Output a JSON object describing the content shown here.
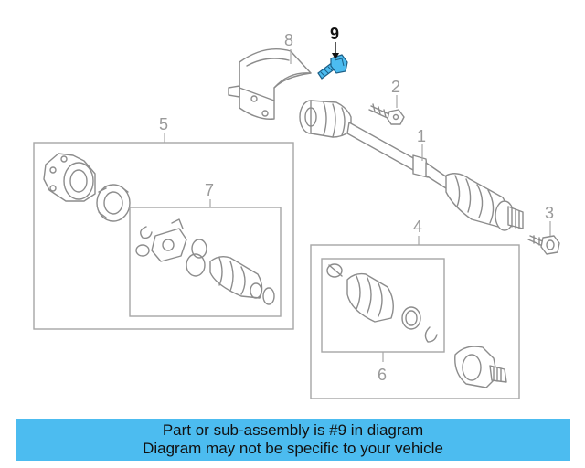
{
  "diagram": {
    "callouts": {
      "c1": "1",
      "c2": "2",
      "c3": "3",
      "c4": "4",
      "c5": "5",
      "c6": "6",
      "c7": "7",
      "c8": "8",
      "c9": "9"
    },
    "highlighted_part": "9",
    "colors": {
      "highlight": "#4cbcf0",
      "line_art": "#8c8c8c",
      "banner_bg": "#4cbcf0"
    }
  },
  "banner": {
    "line1": "Part or sub-assembly is #9 in diagram",
    "line2": "Diagram may not be specific to your vehicle"
  }
}
